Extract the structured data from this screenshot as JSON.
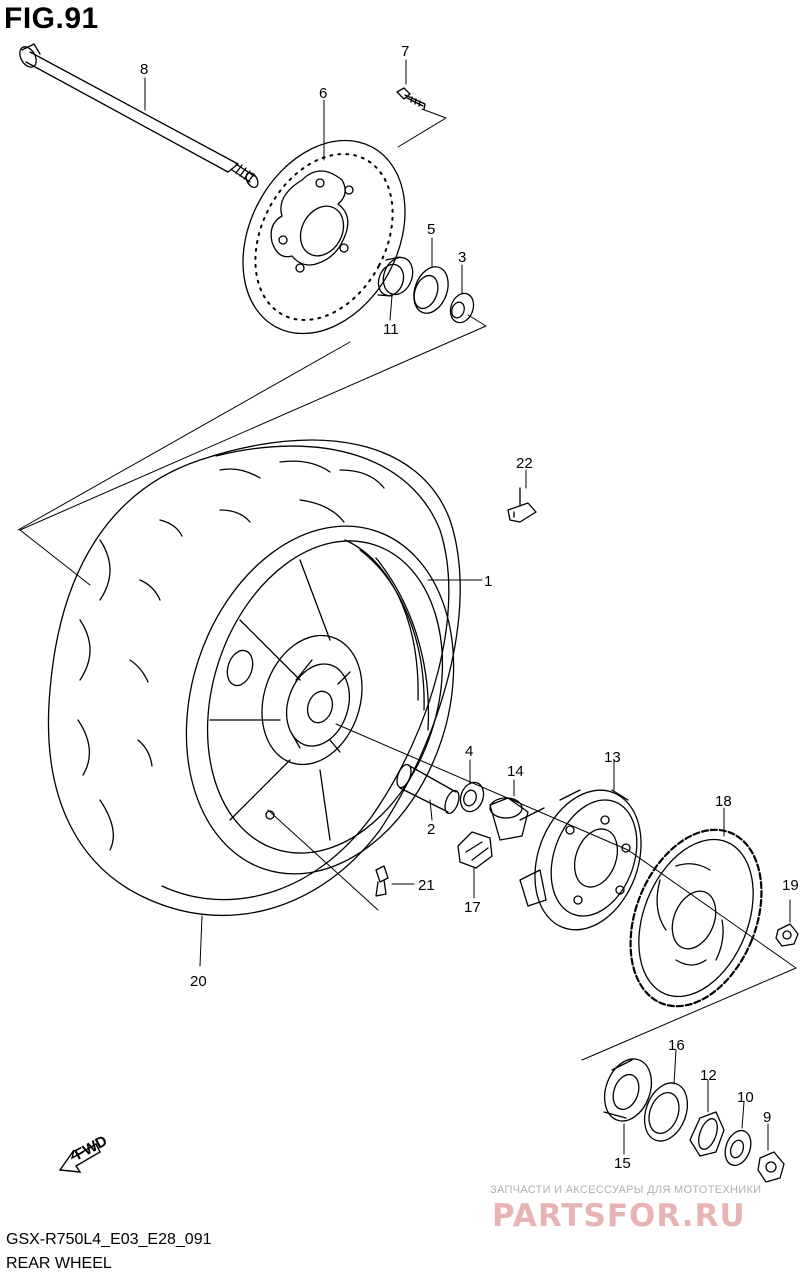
{
  "figure": {
    "title": "FIG.91",
    "model_code": "GSX-R750L4_E03_E28_091",
    "section_name": "REAR WHEEL",
    "direction_label": "FWD"
  },
  "watermark": {
    "line1": "ЗАПЧАСТИ И АКСЕССУАРЫ ДЛЯ МОТОТЕХНИКИ",
    "line2": "PARTSFOR.RU"
  },
  "callouts": [
    {
      "id": "callout-1",
      "number": "1"
    },
    {
      "id": "callout-2",
      "number": "2"
    },
    {
      "id": "callout-3",
      "number": "3"
    },
    {
      "id": "callout-4",
      "number": "4"
    },
    {
      "id": "callout-5",
      "number": "5"
    },
    {
      "id": "callout-6",
      "number": "6"
    },
    {
      "id": "callout-7",
      "number": "7"
    },
    {
      "id": "callout-8",
      "number": "8"
    },
    {
      "id": "callout-9",
      "number": "9"
    },
    {
      "id": "callout-10",
      "number": "10"
    },
    {
      "id": "callout-11",
      "number": "11"
    },
    {
      "id": "callout-12",
      "number": "12"
    },
    {
      "id": "callout-13",
      "number": "13"
    },
    {
      "id": "callout-14",
      "number": "14"
    },
    {
      "id": "callout-15",
      "number": "15"
    },
    {
      "id": "callout-16",
      "number": "16"
    },
    {
      "id": "callout-17",
      "number": "17"
    },
    {
      "id": "callout-18",
      "number": "18"
    },
    {
      "id": "callout-19",
      "number": "19"
    },
    {
      "id": "callout-20",
      "number": "20"
    },
    {
      "id": "callout-21",
      "number": "21"
    },
    {
      "id": "callout-22",
      "number": "22"
    }
  ]
}
